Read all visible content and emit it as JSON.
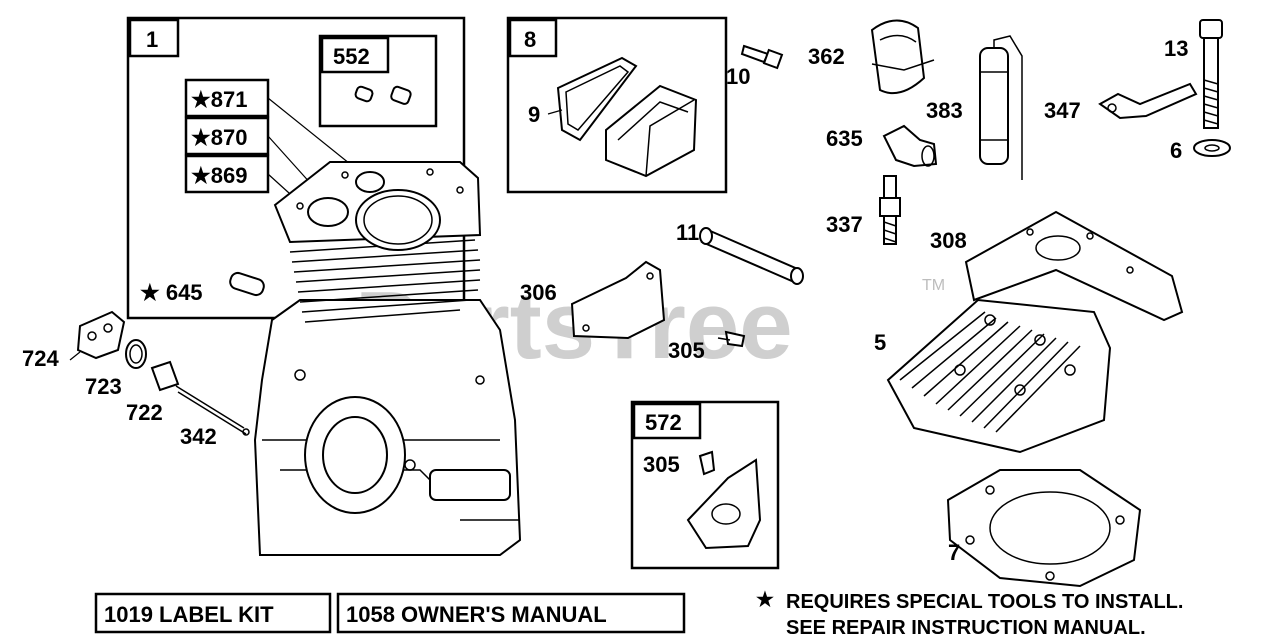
{
  "watermark": "PartsTree",
  "trademark": "TM",
  "groups": {
    "g1": "1",
    "g552": "552",
    "g8": "8",
    "g572": "572"
  },
  "star_callouts": {
    "c871": "★871",
    "c870": "★870",
    "c869": "★869",
    "c645": "★ 645"
  },
  "labels": {
    "p9": "9",
    "p10": "10",
    "p362": "362",
    "p383": "383",
    "p13": "13",
    "p347": "347",
    "p6": "6",
    "p635": "635",
    "p337": "337",
    "p308": "308",
    "p11": "11",
    "p306": "306",
    "p305a": "305",
    "p5": "5",
    "p305b": "305",
    "p7": "7",
    "p724": "724",
    "p723": "723",
    "p722": "722",
    "p342": "342"
  },
  "footer": {
    "label_kit": "1019 LABEL KIT",
    "owners_manual": "1058 OWNER'S MANUAL",
    "star_symbol": "★",
    "note_line1": "REQUIRES SPECIAL TOOLS TO INSTALL.",
    "note_line2": "SEE REPAIR INSTRUCTION MANUAL."
  }
}
